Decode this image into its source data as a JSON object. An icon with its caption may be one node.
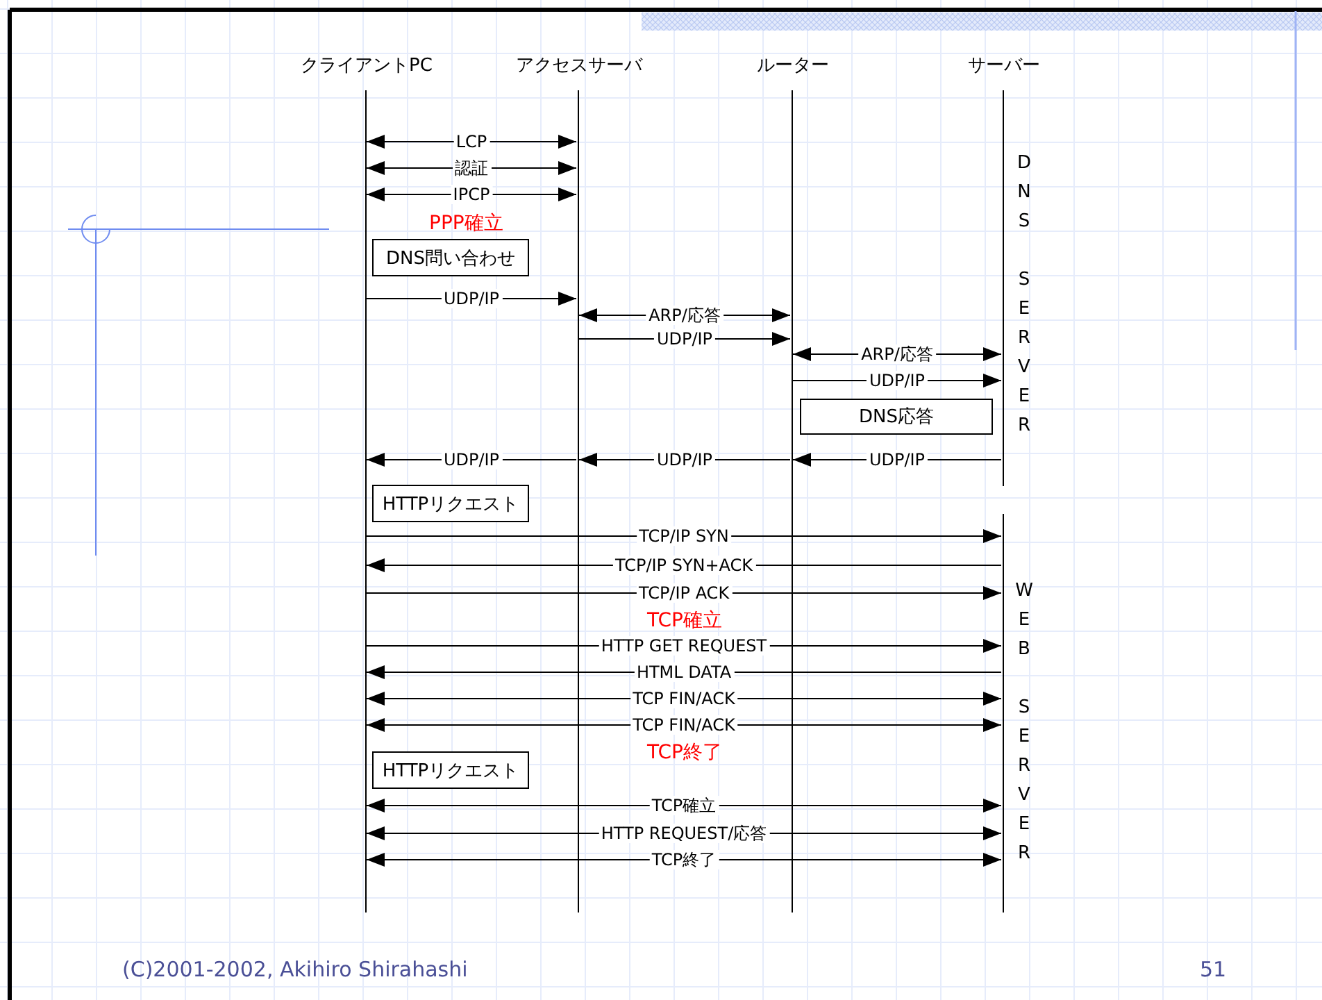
{
  "diagram": {
    "nodes": [
      {
        "text": [
          "クライアントPC"
        ]
      },
      {
        "text": [
          "アクセスサーバ"
        ]
      },
      {
        "text": [
          "ルーター"
        ]
      },
      {
        "text": [
          "サーバー"
        ]
      },
      {
        "text": [
          "DNS問い合わせ"
        ]
      },
      {
        "text": [
          "DNS応答"
        ]
      },
      {
        "text": [
          "HTTPリクエスト"
        ]
      },
      {
        "text": [
          "HTTPリクエスト"
        ]
      }
    ],
    "edges": [
      {
        "from": 0,
        "to": 1,
        "arrow": "both",
        "label": "LCP"
      },
      {
        "from": 0,
        "to": 1,
        "arrow": "both",
        "label": "認証"
      },
      {
        "from": 0,
        "to": 1,
        "arrow": "both",
        "label": "IPCP"
      },
      {
        "from": 0,
        "to": 1,
        "arrow": "to",
        "label": "UDP/IP"
      },
      {
        "from": 1,
        "to": 2,
        "arrow": "both",
        "label": "ARP/応答"
      },
      {
        "from": 1,
        "to": 2,
        "arrow": "to",
        "label": "UDP/IP"
      },
      {
        "from": 2,
        "to": 3,
        "arrow": "both",
        "label": "ARP/応答"
      },
      {
        "from": 2,
        "to": 3,
        "arrow": "to",
        "label": "UDP/IP"
      },
      {
        "from": 3,
        "to": 2,
        "arrow": "to",
        "label": "UDP/IP"
      },
      {
        "from": 2,
        "to": 1,
        "arrow": "to",
        "label": "UDP/IP"
      },
      {
        "from": 1,
        "to": 0,
        "arrow": "to",
        "label": "UDP/IP"
      },
      {
        "from": 0,
        "to": 3,
        "arrow": "to",
        "label": "TCP/IP SYN"
      },
      {
        "from": 3,
        "to": 0,
        "arrow": "to",
        "label": "TCP/IP SYN+ACK"
      },
      {
        "from": 0,
        "to": 3,
        "arrow": "to",
        "label": "TCP/IP ACK"
      },
      {
        "from": 0,
        "to": 3,
        "arrow": "to",
        "label": "HTTP GET REQUEST"
      },
      {
        "from": 3,
        "to": 0,
        "arrow": "to",
        "label": "HTML DATA"
      },
      {
        "from": 0,
        "to": 3,
        "arrow": "both",
        "label": "TCP FIN/ACK"
      },
      {
        "from": 0,
        "to": 3,
        "arrow": "both",
        "label": "TCP FIN/ACK"
      },
      {
        "from": 0,
        "to": 3,
        "arrow": "both",
        "label": "TCP確立"
      },
      {
        "from": 0,
        "to": 3,
        "arrow": "both",
        "label": "HTTP REQUEST/応答"
      },
      {
        "from": 0,
        "to": 3,
        "arrow": "both",
        "label": "TCP終了"
      }
    ],
    "labels": [
      "DNS SERVER",
      "PPP確立",
      "WEB SERVER",
      "TCP確立",
      "TCP終了",
      "(C)2001-2002, Akihiro Shirahashi",
      "51"
    ]
  }
}
